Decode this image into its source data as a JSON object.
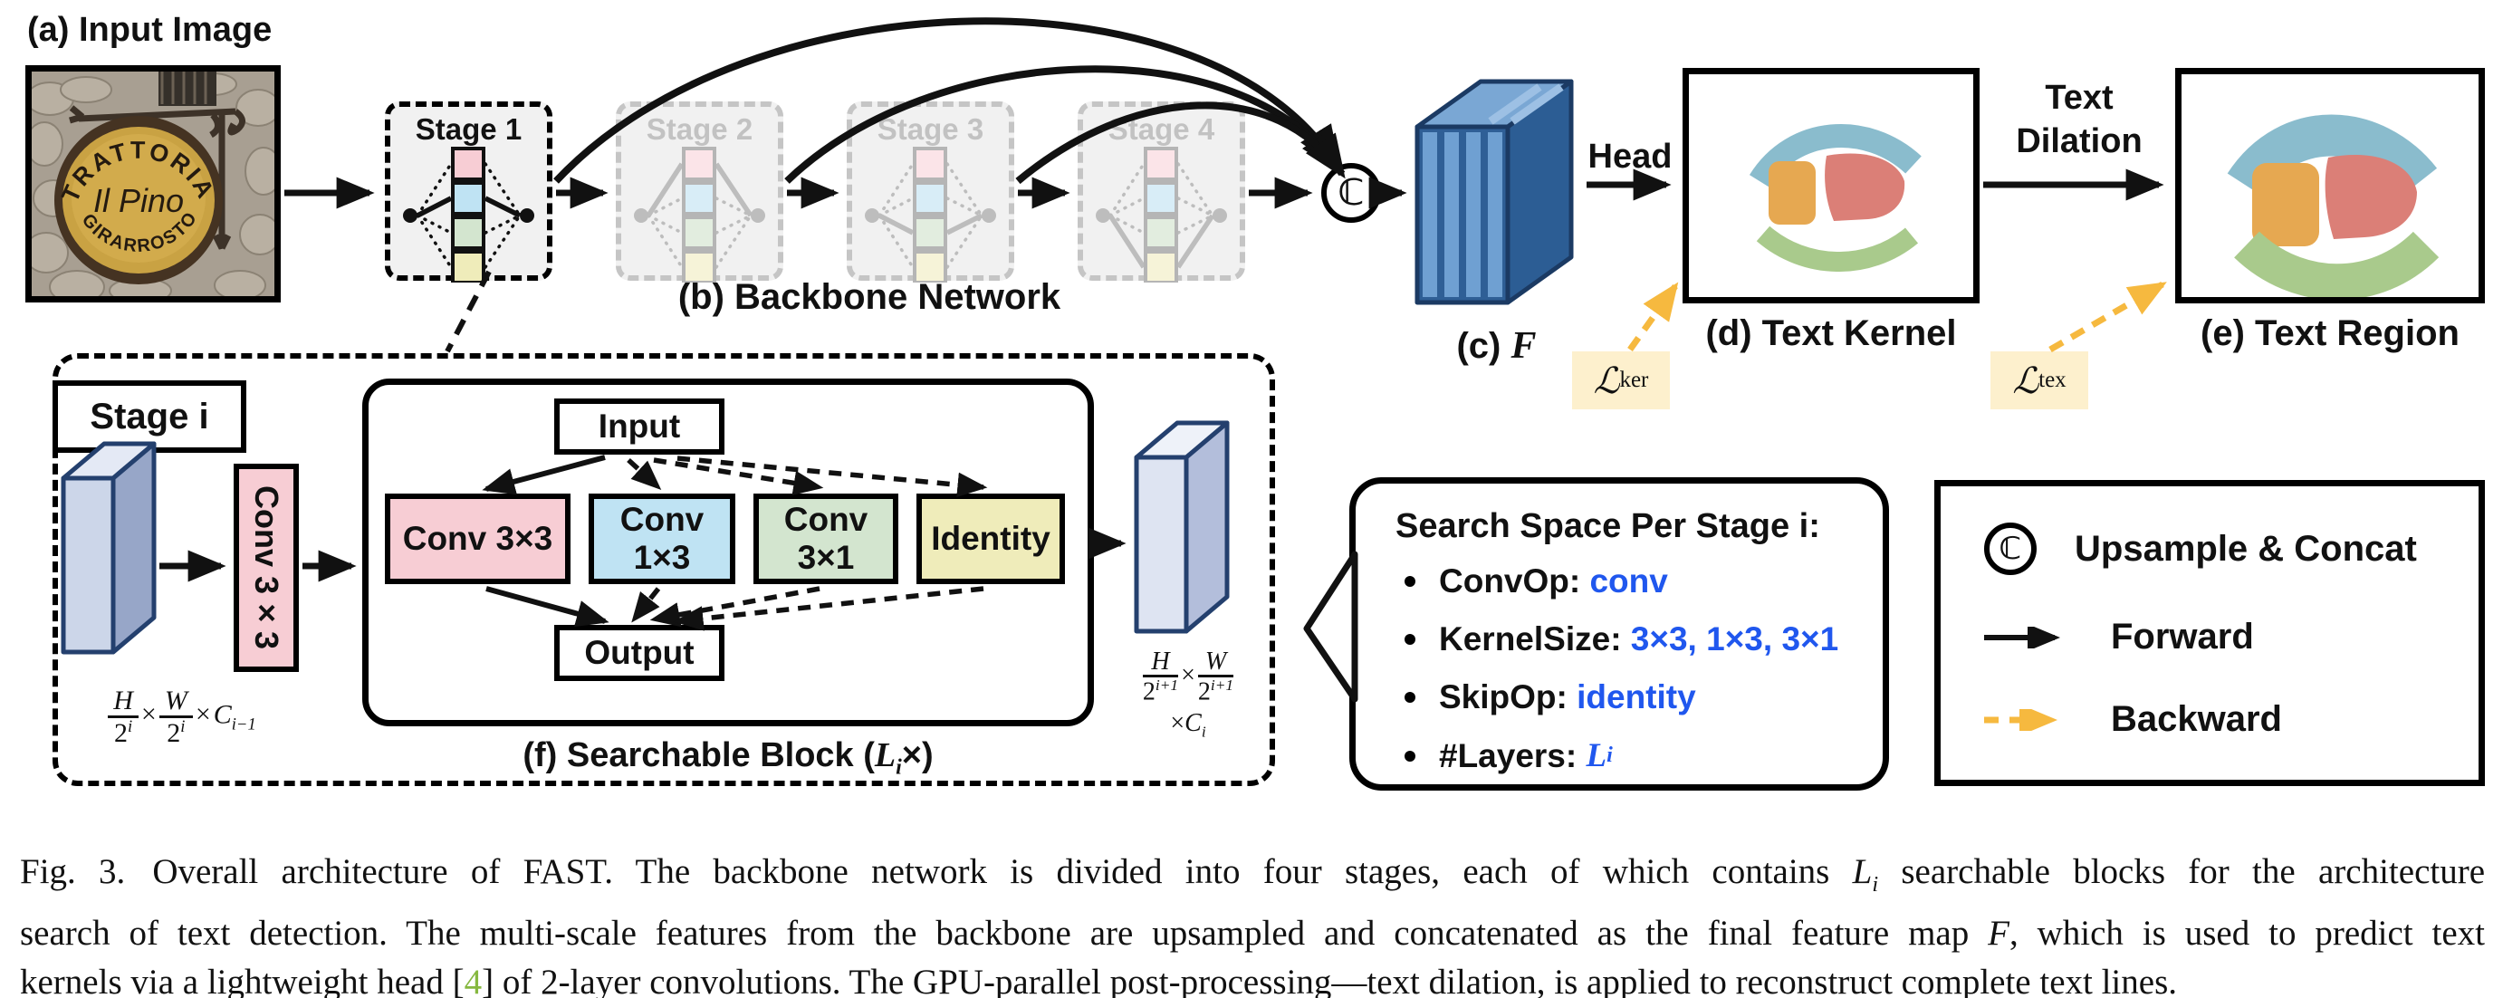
{
  "misc": {
    "times": "×"
  },
  "panels": {
    "a": "(a) Input Image",
    "b": "(b) Backbone Network",
    "c_prefix": "(c)",
    "c_var": "F",
    "d": "(d) Text Kernel",
    "e": "(e) Text Region"
  },
  "input_image": {
    "sign_line1": "TRATTORIA",
    "sign_line2": "Il Pino",
    "sign_line3": "GIRARROSTO"
  },
  "stages": [
    {
      "title": "Stage 1"
    },
    {
      "title": "Stage 2"
    },
    {
      "title": "Stage 3"
    },
    {
      "title": "Stage 4"
    }
  ],
  "flow": {
    "concat_symbol": "ℂ",
    "head": "Head",
    "dilation_line1": "Text",
    "dilation_line2": "Dilation"
  },
  "losses": {
    "symbol": "ℒ",
    "ker_sub": "ker",
    "tex_sub": "tex"
  },
  "stage_detail": {
    "label": "Stage i",
    "conv_vertical": "Conv 3×3",
    "block": {
      "input": "Input",
      "ops": [
        {
          "label": "Conv 3×3"
        },
        {
          "label": "Conv 1×3"
        },
        {
          "label": "Conv 3×1"
        },
        {
          "label": "Identity"
        }
      ],
      "output": "Output",
      "caption_pre": "(f) Searchable Block (",
      "caption_var": "L",
      "caption_sub": "i",
      "caption_post": "×)"
    },
    "dims": {
      "h": "H",
      "w": "W",
      "base": "2",
      "exp_in": "i",
      "exp_out": "i+1",
      "chan": "C",
      "chan_sub_in": "i−1",
      "chan_sub_out": "i"
    }
  },
  "search_space": {
    "title": "Search Space Per Stage i:",
    "conv_key": "ConvOp:",
    "conv_val": "conv",
    "kernel_key": "KernelSize:",
    "kernel_val": "3×3, 1×3, 3×1",
    "skip_key": "SkipOp:",
    "skip_val": "identity",
    "layers_key": "#Layers:",
    "layers_var": "L",
    "layers_sub": "i"
  },
  "legend": {
    "symbol": "ℂ",
    "upsample": "Upsample & Concat",
    "forward": "Forward",
    "backward": "Backward"
  },
  "colors": {
    "op_pink": "#f7cdd4",
    "op_blue": "#bfe3f3",
    "op_green": "#d3e5cf",
    "op_yellow": "#efecba",
    "blob_blue": "#8abccd",
    "blob_orange": "#e6a851",
    "blob_red": "#db7f77",
    "blob_green": "#a9ca8c",
    "accent_blue_text": "#2057ee",
    "backward_orange": "#f6b93f",
    "loss_bg": "#fdf0cd",
    "cite_green": "#86b840",
    "feature_map_blue": "#5e93cb"
  },
  "caption": {
    "fig": "Fig. 3.",
    "l1a": "Overall architecture of FAST. The backbone network is divided into four stages, each of which contains ",
    "l1var": "L",
    "l1sub": "i",
    "l1b": " searchable blocks for the architecture",
    "l2a": "search of text detection. The multi-scale features from the backbone are upsampled and concatenated as the final feature map ",
    "l2var": "F",
    "l2b": ", which is used to predict text",
    "l3a": "kernels via a lightweight head [",
    "cite": "4",
    "l3b": "] of 2-layer convolutions. The GPU-parallel post-processing—text dilation, is applied to reconstruct complete text lines."
  }
}
